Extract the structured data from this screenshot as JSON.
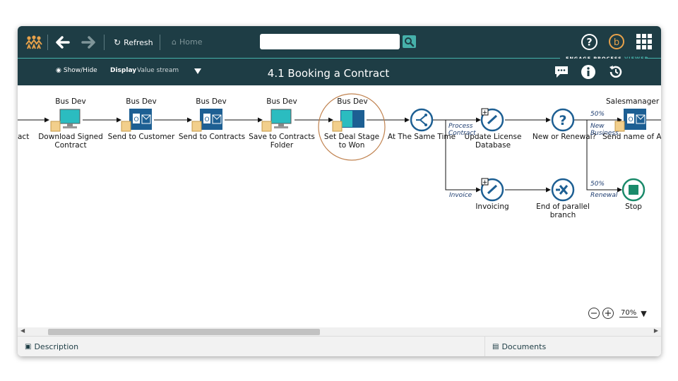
{
  "toolbar": {
    "refresh_label": "Refresh",
    "home_label": "Home",
    "search": {
      "placeholder": ""
    },
    "brand_prefix": "ENGAGE PROCESS ",
    "brand_suffix": "VIEWER"
  },
  "subbar": {
    "show_hide_label": "Show/Hide",
    "display_label": "Display",
    "display_value": "Value stream",
    "title": "4.1 Booking a Contract"
  },
  "process": {
    "nodes": [
      {
        "role": "",
        "label": "act",
        "icon": "partial-node-icon"
      },
      {
        "role": "Bus Dev",
        "label": "Download Signed Contract",
        "icon": "computer-icon"
      },
      {
        "role": "Bus Dev",
        "label": "Send to Customer",
        "icon": "outlook-icon"
      },
      {
        "role": "Bus Dev",
        "label": "Send to Contracts",
        "icon": "outlook-icon"
      },
      {
        "role": "Bus Dev",
        "label": "Save to Contracts Folder",
        "icon": "computer-icon"
      },
      {
        "role": "Bus Dev",
        "label": "Set Deal Stage to Won",
        "icon": "salesforce-stage-icon"
      },
      {
        "role": "",
        "label": "At The Same Time",
        "icon": "parallel-split-icon"
      },
      {
        "role": "",
        "label": "Update License Database",
        "icon": "subprocess-link-icon"
      },
      {
        "role": "",
        "label": "New or Renewal?",
        "icon": "decision-icon"
      },
      {
        "role": "Salesmanager",
        "label": "Send name of AM",
        "icon": "outlook-icon"
      },
      {
        "role": "",
        "label": "Invoicing",
        "icon": "subprocess-link-icon"
      },
      {
        "role": "",
        "label": "End of parallel branch",
        "icon": "end-branch-icon"
      },
      {
        "role": "",
        "label": "Stop",
        "icon": "stop-icon"
      }
    ],
    "edge_labels": {
      "process_contract": "Process Contract",
      "invoice": "Invoice",
      "new_business_pct": "50%",
      "new_business": "New Business",
      "renewal_pct": "50%",
      "renewal": "Renewal"
    }
  },
  "zoom": {
    "level": "70%"
  },
  "bottom": {
    "description_label": "Description",
    "documents_label": "Documents"
  },
  "colors": {
    "header_bg": "#1e3d45",
    "accent": "#46b1aa",
    "node_blue": "#1d5f93",
    "highlight": "#c0824f"
  }
}
